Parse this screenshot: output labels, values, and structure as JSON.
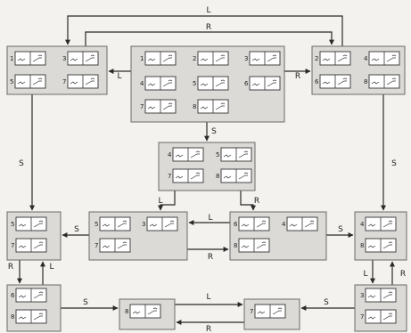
{
  "edge_labels": {
    "top_L": "L",
    "top_R": "R",
    "big_L": "L",
    "big_R": "R",
    "big_S": "S",
    "left_S": "S",
    "right_S": "S",
    "mid_L_left": "L",
    "mid_R_right": "R",
    "mid_L_between": "L",
    "mid_S_left": "S",
    "mid_R_between": "R",
    "mid_S_right": "S",
    "bl_R": "R",
    "bl_L": "L",
    "br_L": "L",
    "br_R": "R",
    "bot_S_left": "S",
    "bot_L": "L",
    "bot_R": "R",
    "bot_S_right": "S"
  },
  "states": {
    "top_left": [
      "1",
      "3",
      "5",
      "7"
    ],
    "top_center": [
      "1",
      "2",
      "3",
      "4",
      "5",
      "6",
      "7",
      "8"
    ],
    "top_right": [
      "2",
      "4",
      "6",
      "8"
    ],
    "mid_center": [
      "4",
      "5",
      "7",
      "8"
    ],
    "mid_left_box": [
      "5",
      "7"
    ],
    "mid_b1": [
      "5",
      "3",
      "7"
    ],
    "mid_b2": [
      "6",
      "4",
      "8"
    ],
    "mid_right_box": [
      "4",
      "8"
    ],
    "bot_left_box": [
      "6",
      "8"
    ],
    "bot_b1": [
      "8"
    ],
    "bot_b2": [
      "7"
    ],
    "bot_right_box": [
      "3",
      "7"
    ]
  }
}
